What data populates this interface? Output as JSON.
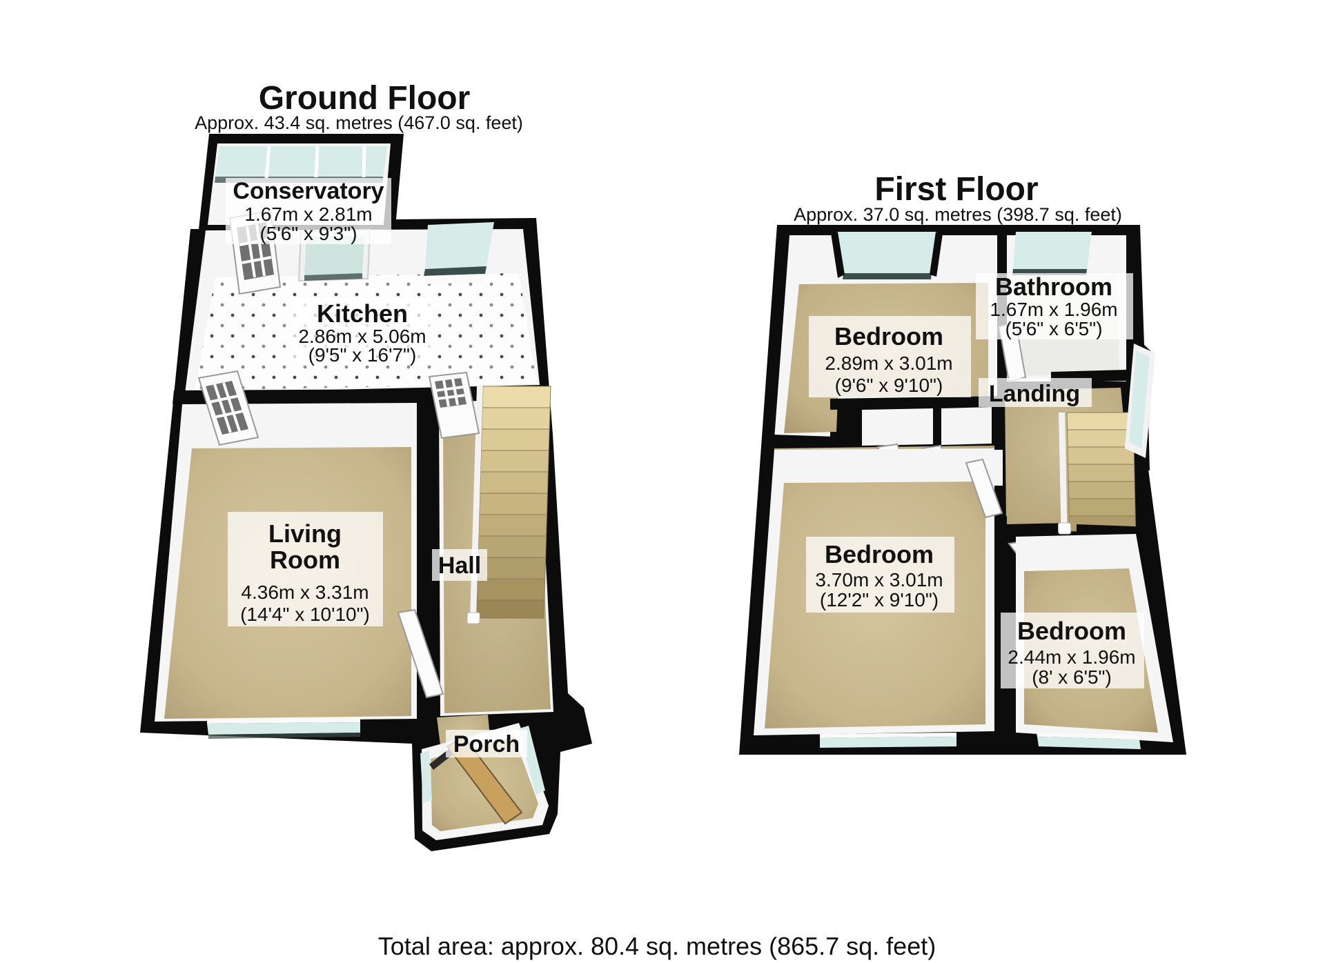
{
  "ground_floor": {
    "title": "Ground Floor",
    "subtitle": "Approx. 43.4 sq. metres (467.0 sq. feet)",
    "rooms": {
      "conservatory": {
        "name": "Conservatory",
        "metric": "1.67m x 2.81m",
        "imperial": "(5'6\" x 9'3\")"
      },
      "kitchen": {
        "name": "Kitchen",
        "metric": "2.86m x 5.06m",
        "imperial": "(9'5\" x 16'7\")"
      },
      "living_room": {
        "name_line1": "Living",
        "name_line2": "Room",
        "metric": "4.36m x 3.31m",
        "imperial": "(14'4\" x 10'10\")"
      },
      "hall": {
        "name": "Hall"
      },
      "porch": {
        "name": "Porch"
      }
    }
  },
  "first_floor": {
    "title": "First Floor",
    "subtitle": "Approx. 37.0 sq. metres (398.7 sq. feet)",
    "rooms": {
      "bedroom_rear": {
        "name": "Bedroom",
        "metric": "2.89m x 3.01m",
        "imperial": "(9'6\" x 9'10\")"
      },
      "bathroom": {
        "name": "Bathroom",
        "metric": "1.67m x 1.96m",
        "imperial": "(5'6\" x 6'5\")"
      },
      "landing": {
        "name": "Landing"
      },
      "bedroom_front": {
        "name": "Bedroom",
        "metric": "3.70m x 3.01m",
        "imperial": "(12'2\" x 9'10\")"
      },
      "bedroom_small": {
        "name": "Bedroom",
        "metric": "2.44m x 1.96m",
        "imperial": "(8' x 6'5\")"
      }
    }
  },
  "footer": {
    "total_area": "Total area: approx. 80.4 sq. metres (865.7 sq. feet)"
  },
  "colors": {
    "wall": "#0c0c0c",
    "floor_tan": "#c9b890",
    "glass": "#d6ece8",
    "kitchen_floor": "#fdfdfd"
  }
}
